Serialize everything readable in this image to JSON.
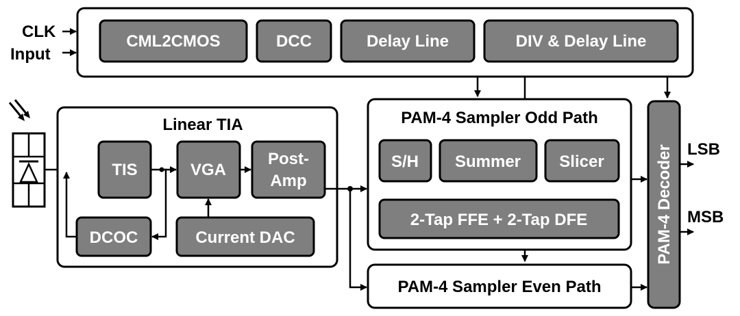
{
  "inputs": {
    "clk": "CLK",
    "input": "Input"
  },
  "clock_section": {
    "blocks": [
      "CML2CMOS",
      "DCC",
      "Delay Line",
      "DIV & Delay Line"
    ]
  },
  "tia": {
    "title": "Linear TIA",
    "tis": "TIS",
    "vga": "VGA",
    "postamp_line1": "Post-",
    "postamp_line2": "Amp",
    "dcoc": "DCOC",
    "current_dac": "Current DAC"
  },
  "odd_path": {
    "title": "PAM-4 Sampler Odd Path",
    "sh": "S/H",
    "summer": "Summer",
    "slicer": "Slicer",
    "equalizer": "2-Tap FFE + 2-Tap DFE"
  },
  "even_path": {
    "title": "PAM-4 Sampler Even Path"
  },
  "decoder": {
    "label": "PAM-4 Decoder"
  },
  "outputs": {
    "lsb": "LSB",
    "msb": "MSB"
  }
}
